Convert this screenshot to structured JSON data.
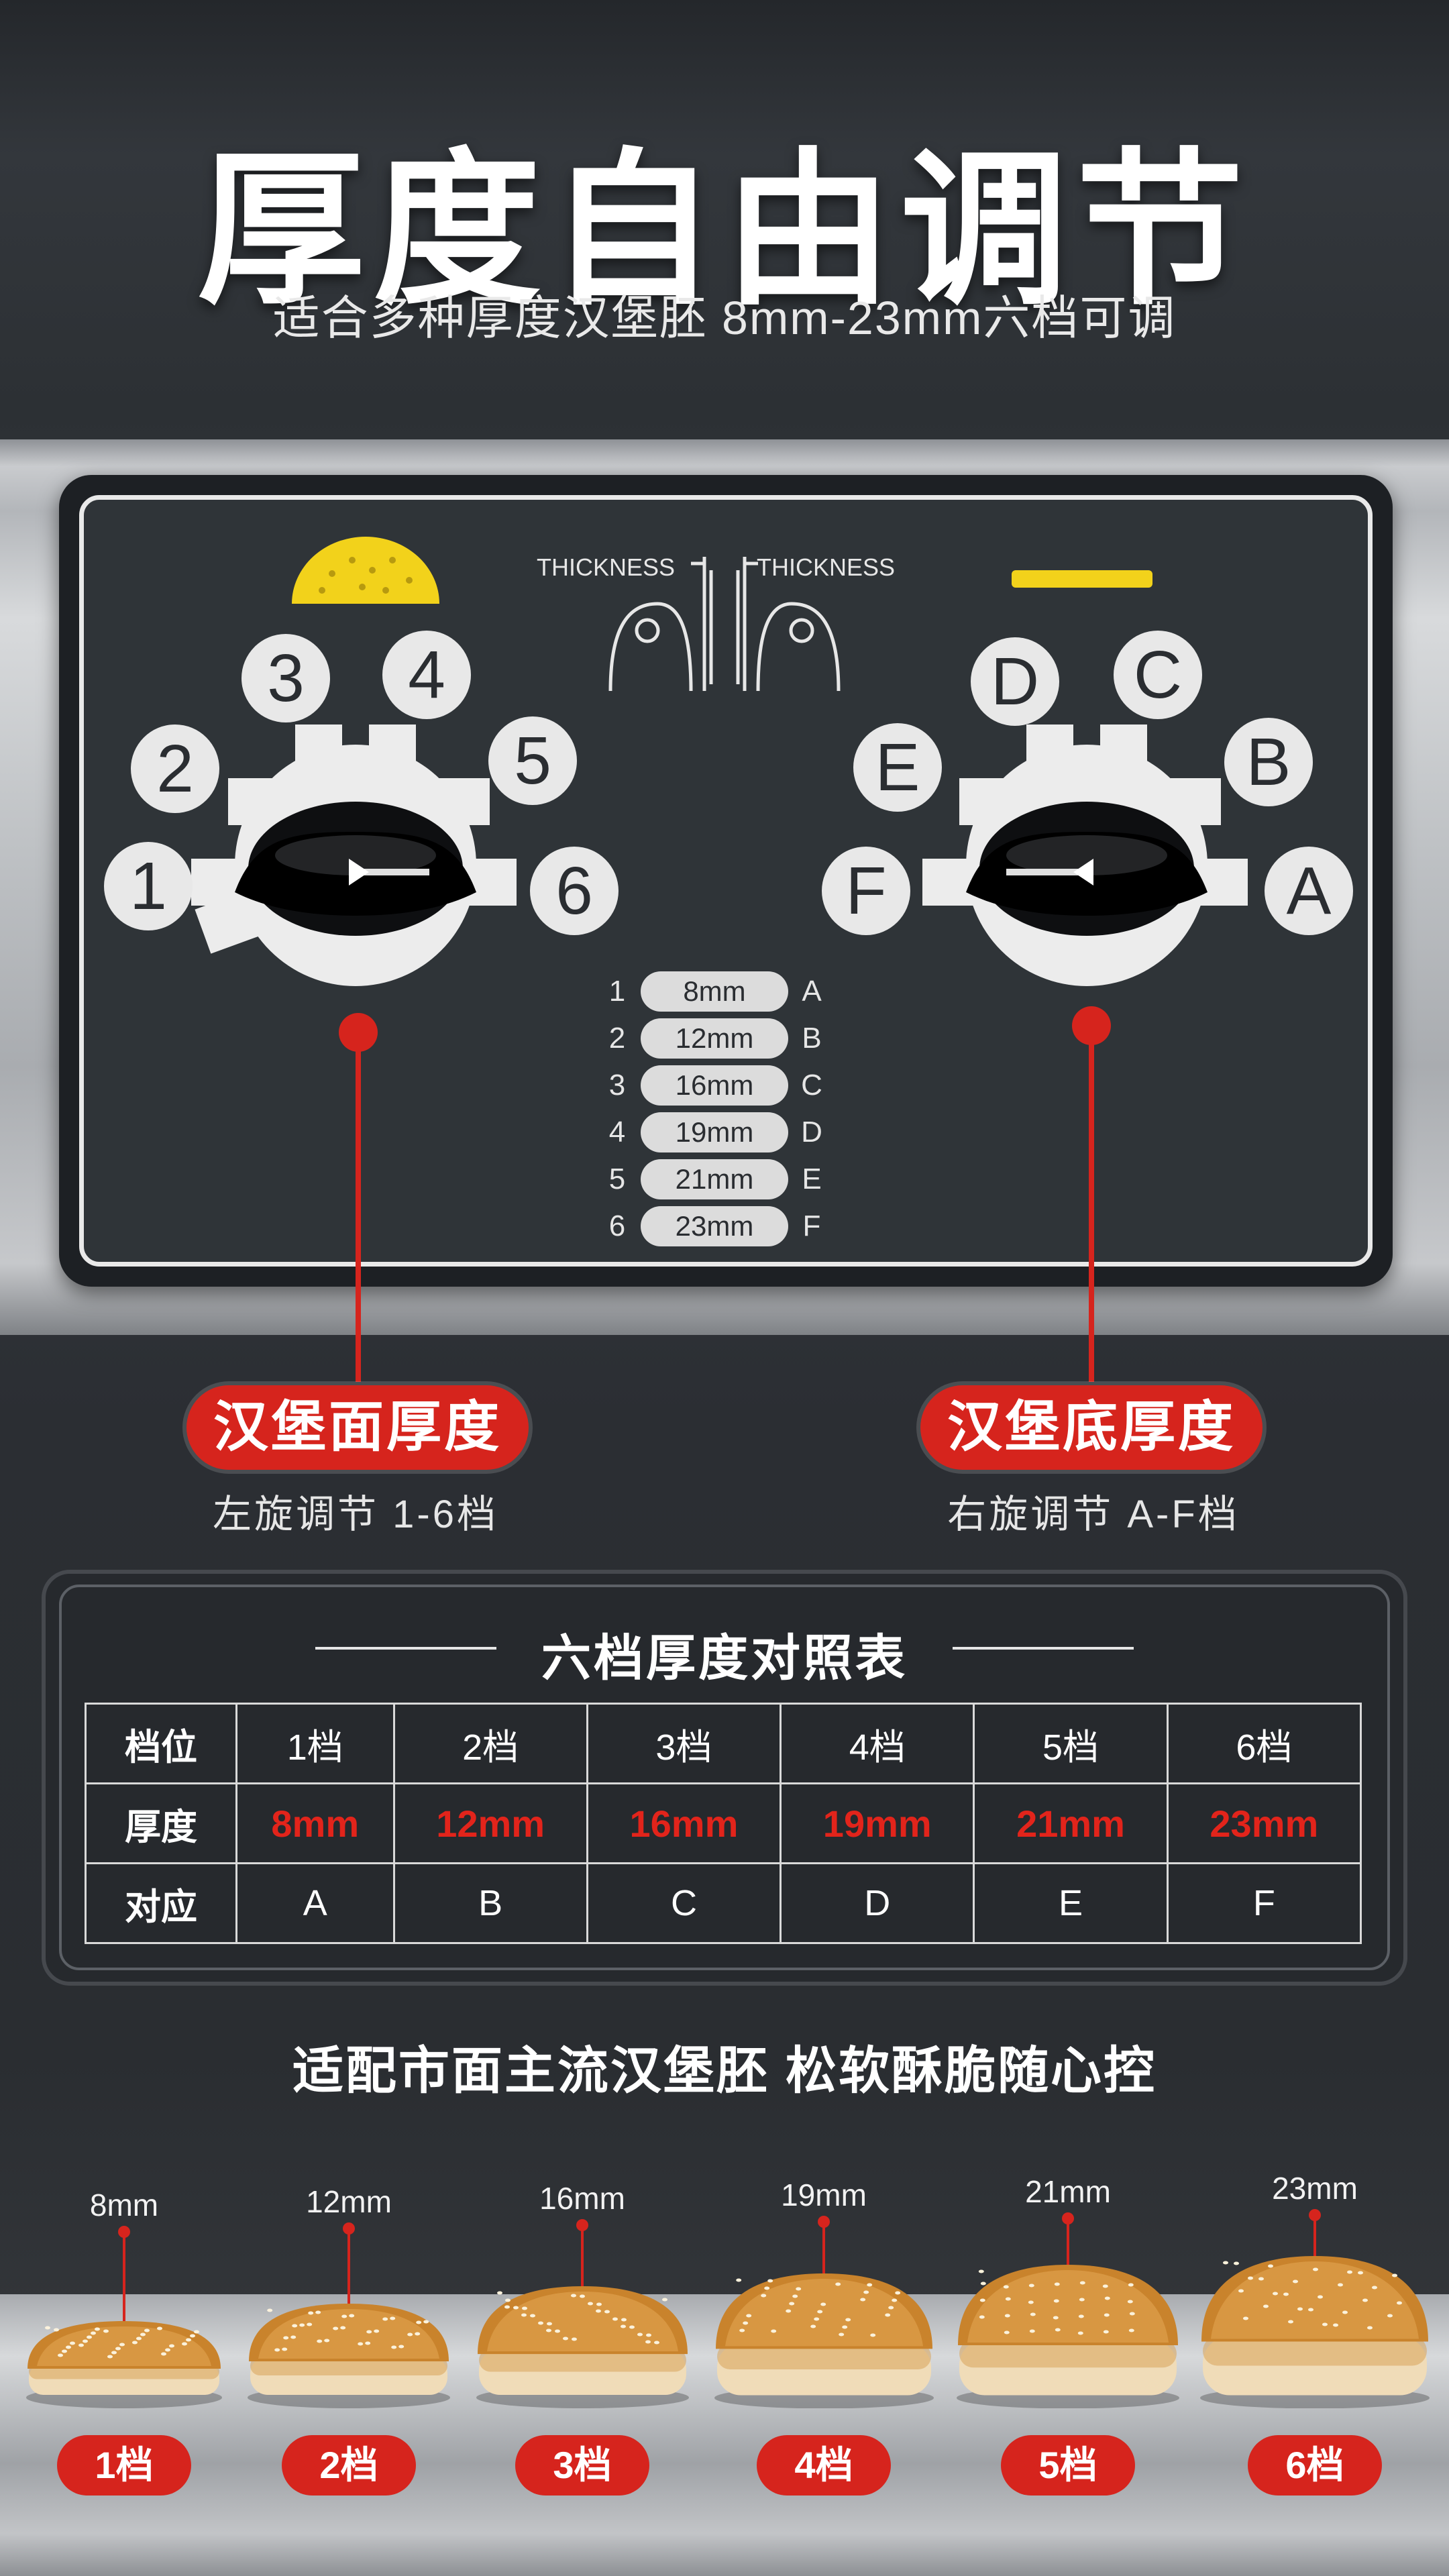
{
  "header": {
    "title": "厚度自由调节",
    "subtitle": "适合多种厚度汉堡胚  8mm-23mm六档可调"
  },
  "panel": {
    "thickness_left": "THICKNESS",
    "thickness_right": "THICKNESS",
    "left_dial_numbers": [
      "1",
      "2",
      "3",
      "4",
      "5",
      "6"
    ],
    "right_dial_letters": [
      "A",
      "B",
      "C",
      "D",
      "E",
      "F"
    ],
    "thickness_list": [
      {
        "num": "1",
        "mm": "8mm",
        "letter": "A"
      },
      {
        "num": "2",
        "mm": "12mm",
        "letter": "B"
      },
      {
        "num": "3",
        "mm": "16mm",
        "letter": "C"
      },
      {
        "num": "4",
        "mm": "19mm",
        "letter": "D"
      },
      {
        "num": "5",
        "mm": "21mm",
        "letter": "E"
      },
      {
        "num": "6",
        "mm": "23mm",
        "letter": "F"
      }
    ]
  },
  "callouts": {
    "left_badge": "汉堡面厚度",
    "left_note": "左旋调节 1-6档",
    "right_badge": "汉堡底厚度",
    "right_note": "右旋调节 A-F档"
  },
  "table": {
    "title": "六档厚度对照表",
    "row_gear": [
      "档位",
      "1档",
      "2档",
      "3档",
      "4档",
      "5档",
      "6档"
    ],
    "row_thickness": [
      "厚度",
      "8mm",
      "12mm",
      "16mm",
      "19mm",
      "21mm",
      "23mm"
    ],
    "row_match": [
      "对应",
      "A",
      "B",
      "C",
      "D",
      "E",
      "F"
    ]
  },
  "adapt_text": "适配市面主流汉堡胚  松软酥脆随心控",
  "buns": [
    {
      "size": "8mm",
      "gear": "1档",
      "thickness": 8
    },
    {
      "size": "12mm",
      "gear": "2档",
      "thickness": 12
    },
    {
      "size": "16mm",
      "gear": "3档",
      "thickness": 16
    },
    {
      "size": "19mm",
      "gear": "4档",
      "thickness": 19
    },
    {
      "size": "21mm",
      "gear": "5档",
      "thickness": 21
    },
    {
      "size": "23mm",
      "gear": "6档",
      "thickness": 23
    }
  ],
  "colors": {
    "accent_red": "#d6241d",
    "indicator_yellow": "#f2d21b",
    "panel": "#2f3438"
  }
}
